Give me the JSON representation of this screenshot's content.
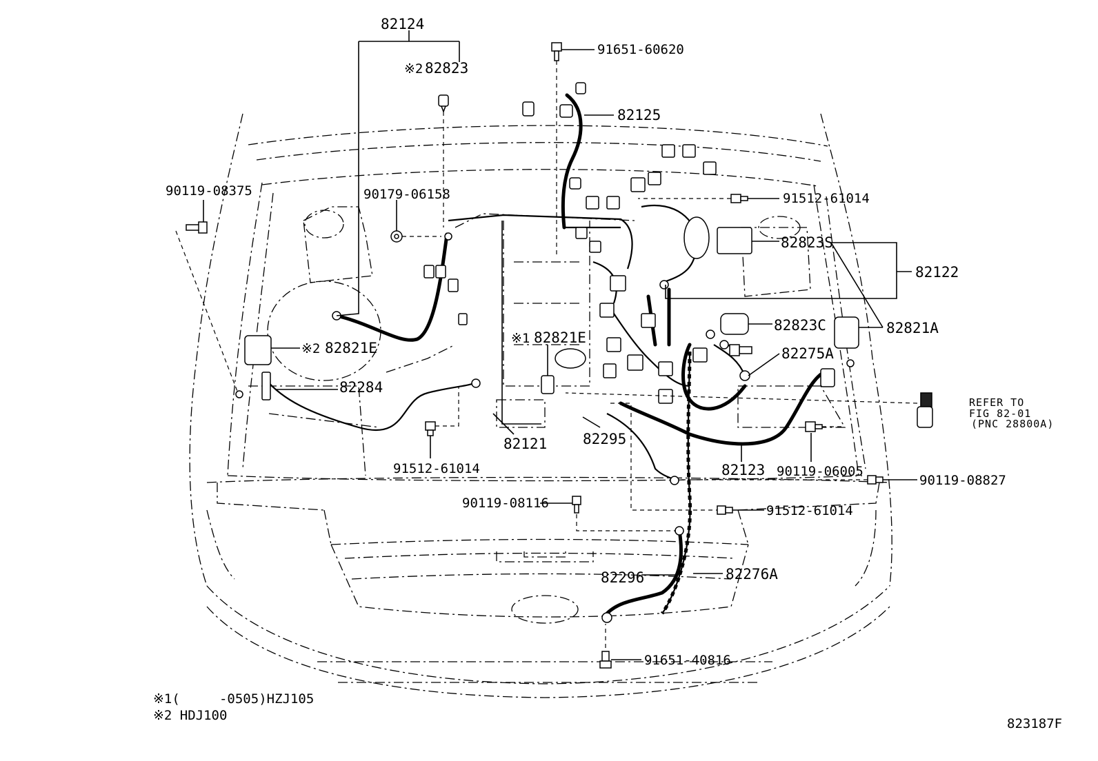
{
  "labels": {
    "p82124": "82124",
    "p82823": "82823",
    "p91651_60620": "91651-60620",
    "p82125": "82125",
    "p90119_08375": "90119-08375",
    "p90179_06158": "90179-06158",
    "p91512_61014_a": "91512-61014",
    "p82823S": "82823S",
    "p82122": "82122",
    "p82823C": "82823C",
    "p82821A": "82821A",
    "p82821E_left": "82821E",
    "p82821E_mid": "82821E",
    "p82275A": "82275A",
    "p82284": "82284",
    "p82121": "82121",
    "p82295": "82295",
    "p82123": "82123",
    "p90119_06005": "90119-06005",
    "p90119_08827": "90119-08827",
    "p91512_61014_b": "91512-61014",
    "p91512_61014_c": "91512-61014",
    "p90119_08116": "90119-08116",
    "p82296": "82296",
    "p82276A": "82276A",
    "p91651_40816": "91651-40816"
  },
  "markers": {
    "m1": "※1",
    "m2": "※2"
  },
  "refer": {
    "line1": "REFER TO",
    "line2": "FIG 82-01",
    "line3": "(PNC 28800A)"
  },
  "notes": {
    "note1": "※1(     -0505)HZJ105",
    "note2": "※2 HDJ100"
  },
  "figure_id": "823187F"
}
